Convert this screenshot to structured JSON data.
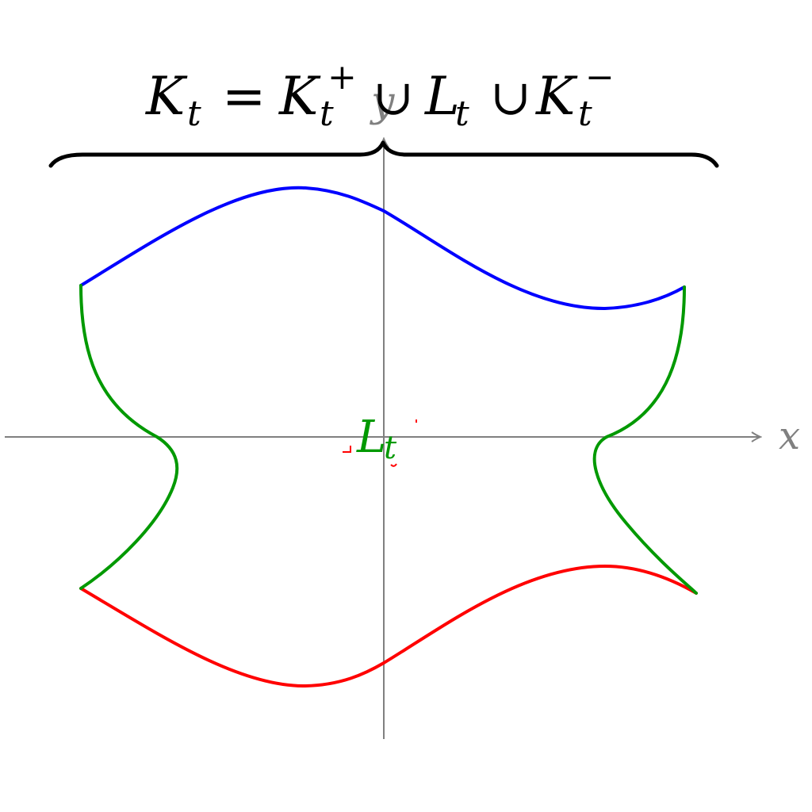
{
  "formula": {
    "K": "K",
    "sub_t": "t",
    "equals": "=",
    "plus": "+",
    "minus": "−",
    "union": "∪",
    "L": "L"
  },
  "axes": {
    "x_label": "x",
    "y_label": "y",
    "color": "#808080"
  },
  "curve_label": {
    "L": "L",
    "sub_t": "t",
    "color": "#009900"
  },
  "colors": {
    "upper_boundary": "#0000ff",
    "lower_boundary": "#ff0000",
    "side_boundaries": "#009900",
    "brace": "#000000"
  }
}
